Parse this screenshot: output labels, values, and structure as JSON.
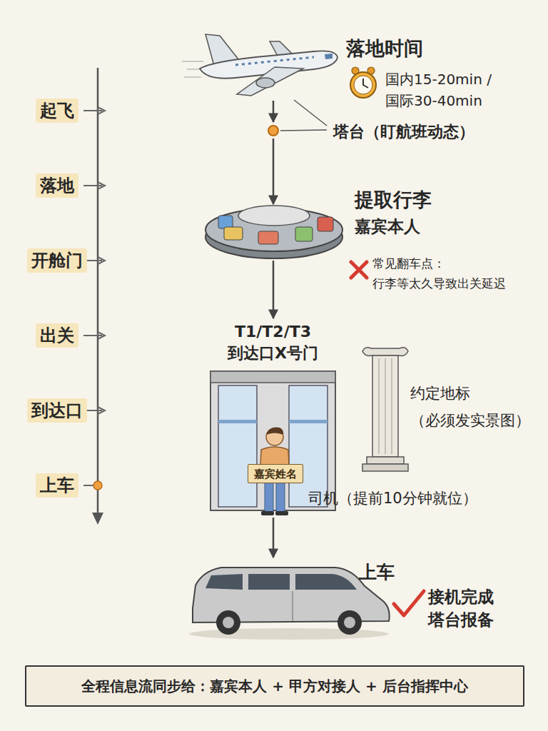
{
  "diagram": {
    "nodes": [
      {
        "text": [
          "起飞"
        ]
      },
      {
        "text": [
          "落地"
        ]
      },
      {
        "text": [
          "开舱门"
        ]
      },
      {
        "text": [
          "出关"
        ]
      },
      {
        "text": [
          "到达口"
        ]
      },
      {
        "text": [
          "上车"
        ]
      },
      {
        "text": [
          "落地时间",
          "国内15-20min / 国际30-40min"
        ]
      },
      {
        "text": [
          "塔台（盯航班动态）"
        ]
      },
      {
        "text": [
          "提取行李",
          "嘉宾本人"
        ]
      },
      {
        "text": [
          "T1/T2/T3 到达口X号门"
        ]
      },
      {
        "text": [
          "嘉宾姓名"
        ]
      },
      {
        "text": [
          "上车"
        ]
      },
      {
        "text": [
          "全程信息流同步给：嘉宾本人 + 甲方对接人 + 后台指挥中心"
        ]
      }
    ],
    "edges": [
      {
        "from": 6,
        "to": 7,
        "arrow": "to"
      },
      {
        "from": 7,
        "to": 8,
        "arrow": "to"
      },
      {
        "from": 8,
        "to": 9,
        "arrow": "to"
      },
      {
        "from": 10,
        "to": 11,
        "arrow": "to"
      }
    ],
    "labels": [
      "常见翻车点： 行李等太久导致出关延迟",
      "约定地标 （必须发实景图）",
      "司机（提前10分钟就位）",
      "接机完成 塔台报备"
    ]
  }
}
